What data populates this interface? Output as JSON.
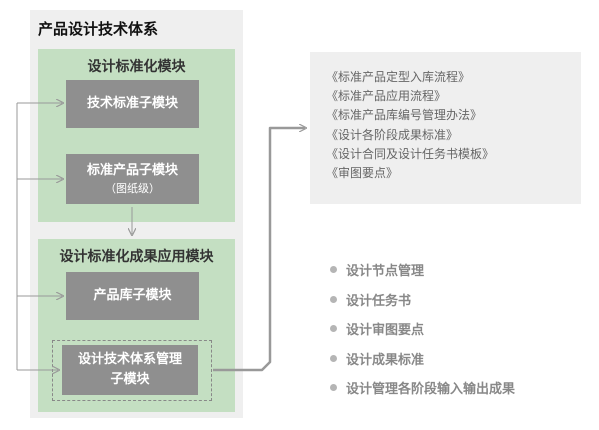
{
  "system": {
    "title": "产品设计技术体系"
  },
  "modules": {
    "standardization": {
      "title": "设计标准化模块",
      "tech_standard": "技术标准子模块",
      "product_standard": "标准产品子模块",
      "product_standard_sub": "（图纸级）"
    },
    "application": {
      "title": "设计标准化成果应用模块",
      "product_library": "产品库子模块",
      "tech_mgmt_line1": "设计技术体系管理",
      "tech_mgmt_line2": "子模块"
    }
  },
  "documents": [
    "《标准产品定型入库流程》",
    "《标准产品应用流程》",
    "《标准产品库编号管理办法》",
    "《设计各阶段成果标准》",
    "《设计合同及设计任务书模板》",
    "《审图要点》"
  ],
  "management_items": [
    "设计节点管理",
    "设计任务书",
    "设计审图要点",
    "设计成果标准",
    "设计管理各阶段输入输出成果"
  ],
  "colors": {
    "outer_bg": "#efefef",
    "module_bg": "#c4dfc2",
    "box_bg": "#8f8f8f",
    "connector": "#999999"
  }
}
